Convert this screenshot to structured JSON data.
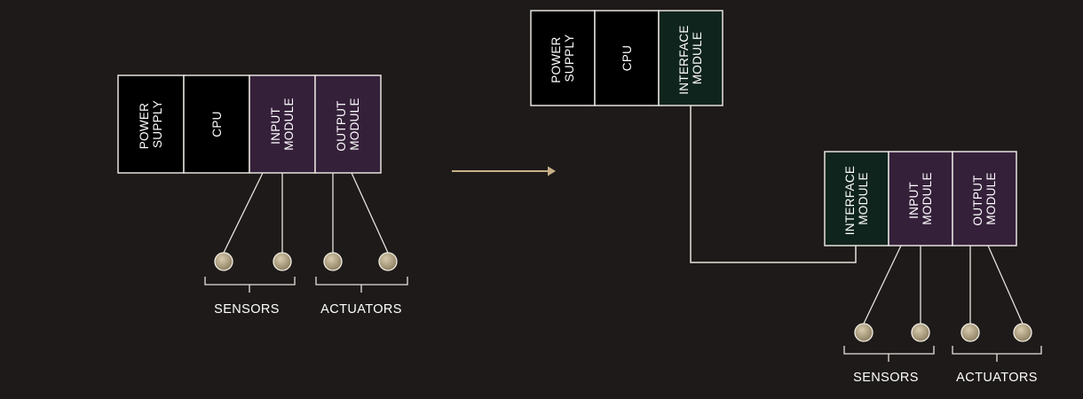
{
  "colors": {
    "background": "#1d1a19",
    "border": "#e6e2dd",
    "black_module": "#000000",
    "io_module": "#35203a",
    "interface_module": "#0f241c",
    "arrow": "#c6b086",
    "device_fill": "#8a7b5e",
    "device_highlight": "#d7cbad",
    "device_stroke": "#f2ede3",
    "text": "#ffffff"
  },
  "left_rack": {
    "modules": [
      {
        "kind": "black",
        "lines": [
          "POWER",
          "SUPPLY"
        ]
      },
      {
        "kind": "black",
        "lines": [
          "CPU"
        ]
      },
      {
        "kind": "io",
        "lines": [
          "INPUT",
          "MODULE"
        ]
      },
      {
        "kind": "io",
        "lines": [
          "OUTPUT",
          "MODULE"
        ]
      }
    ],
    "groups": [
      {
        "label": "SENSORS",
        "devices": 2
      },
      {
        "label": "ACTUATORS",
        "devices": 2
      }
    ]
  },
  "arrow": {
    "direction": "right"
  },
  "main_rack": {
    "modules": [
      {
        "kind": "black",
        "lines": [
          "POWER",
          "SUPPLY"
        ]
      },
      {
        "kind": "black",
        "lines": [
          "CPU"
        ]
      },
      {
        "kind": "interface",
        "lines": [
          "INTERFACE",
          "MODULE"
        ]
      }
    ]
  },
  "remote_rack": {
    "modules": [
      {
        "kind": "interface",
        "lines": [
          "INTERFACE",
          "MODULE"
        ]
      },
      {
        "kind": "io",
        "lines": [
          "INPUT",
          "MODULE"
        ]
      },
      {
        "kind": "io",
        "lines": [
          "OUTPUT",
          "MODULE"
        ]
      }
    ],
    "groups": [
      {
        "label": "SENSORS",
        "devices": 2
      },
      {
        "label": "ACTUATORS",
        "devices": 2
      }
    ]
  }
}
